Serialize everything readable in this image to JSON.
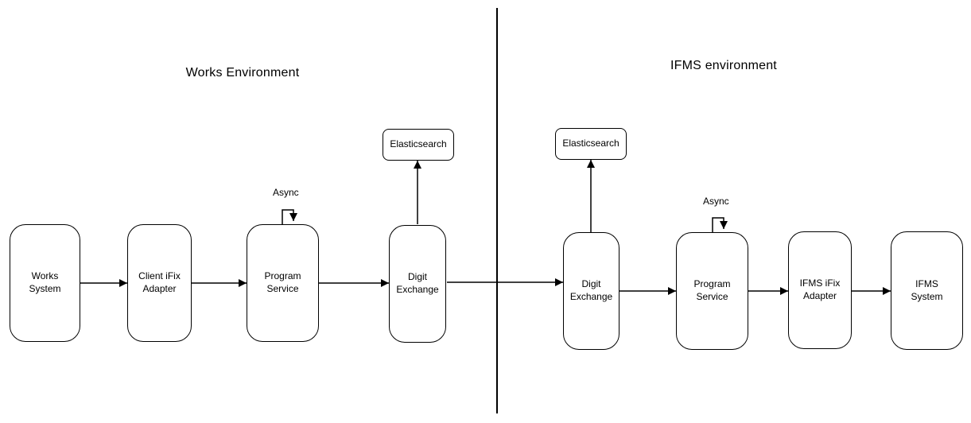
{
  "diagram": {
    "titles": {
      "works": "Works Environment",
      "ifms": "IFMS environment"
    },
    "nodes": {
      "works_system": {
        "line1": "Works",
        "line2": "System"
      },
      "client_ifix_adapter": {
        "line1": "Client iFix",
        "line2": "Adapter"
      },
      "program_service_works": {
        "line1": "Program",
        "line2": "Service"
      },
      "digit_exchange_works": {
        "line1": "Digit",
        "line2": "Exchange"
      },
      "elasticsearch_works": {
        "line1": "Elasticsearch"
      },
      "elasticsearch_ifms": {
        "line1": "Elasticsearch"
      },
      "digit_exchange_ifms": {
        "line1": "Digit",
        "line2": "Exchange"
      },
      "program_service_ifms": {
        "line1": "Program",
        "line2": "Service"
      },
      "ifms_ifix_adapter": {
        "line1": "IFMS iFix",
        "line2": "Adapter"
      },
      "ifms_system": {
        "line1": "IFMS",
        "line2": "System"
      }
    },
    "annotations": {
      "async_works": "Async",
      "async_ifms": "Async"
    },
    "connections": [
      {
        "from": "works_system",
        "to": "client_ifix_adapter"
      },
      {
        "from": "client_ifix_adapter",
        "to": "program_service_works"
      },
      {
        "from": "program_service_works",
        "to": "digit_exchange_works"
      },
      {
        "from": "program_service_works",
        "to": "program_service_works",
        "label": "Async"
      },
      {
        "from": "digit_exchange_works",
        "to": "elasticsearch_works"
      },
      {
        "from": "digit_exchange_works",
        "to": "digit_exchange_ifms"
      },
      {
        "from": "digit_exchange_ifms",
        "to": "elasticsearch_ifms"
      },
      {
        "from": "digit_exchange_ifms",
        "to": "program_service_ifms"
      },
      {
        "from": "program_service_ifms",
        "to": "program_service_ifms",
        "label": "Async"
      },
      {
        "from": "program_service_ifms",
        "to": "ifms_ifix_adapter"
      },
      {
        "from": "ifms_ifix_adapter",
        "to": "ifms_system"
      }
    ],
    "colors": {
      "stroke": "#000000",
      "fill": "#ffffff",
      "text": "#000000"
    }
  }
}
